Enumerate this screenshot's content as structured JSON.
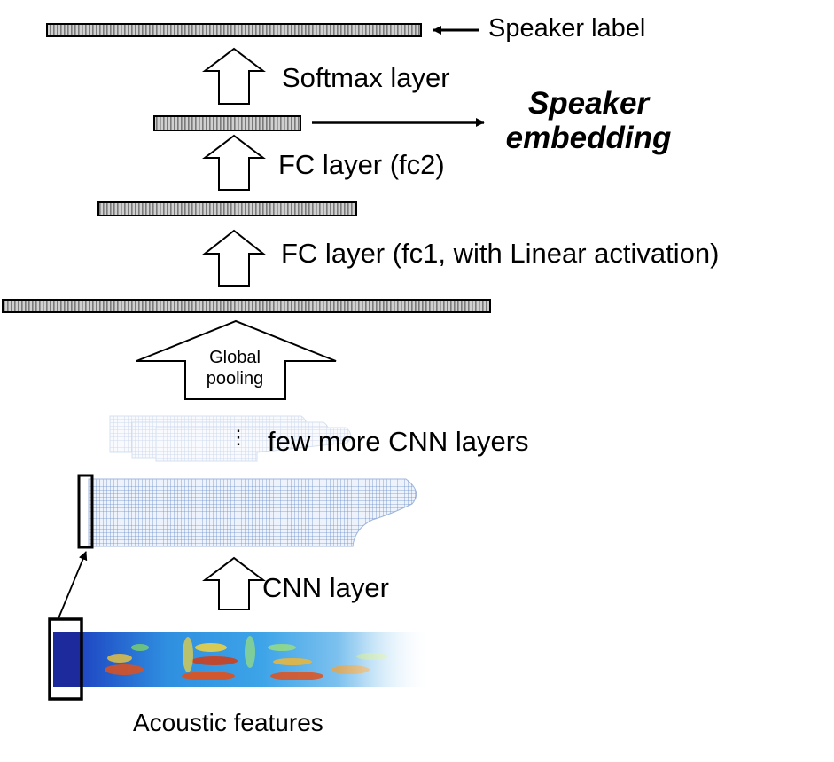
{
  "labels": {
    "speaker_label": "Speaker label",
    "softmax_layer": "Softmax layer",
    "speaker_embedding_line1": "Speaker",
    "speaker_embedding_line2": "embedding",
    "fc2_layer": "FC layer (fc2)",
    "fc1_layer": "FC layer (fc1, with Linear activation)",
    "global_pooling_line1": "Global",
    "global_pooling_line2": "pooling",
    "more_cnn_layers": "few more CNN layers",
    "cnn_layer": "CNN layer",
    "acoustic_features": "Acoustic features",
    "ellipsis": "⋮"
  },
  "colors": {
    "layer_bar_fill": "#c8c8c8",
    "layer_bar_stripe": "#7a7a7a",
    "cnn_grid": "#6b8fc9",
    "cnn_grid_faded": "#c4d2ea",
    "spectrogram_low": "#1c2a9c",
    "spectrogram_high": "#e2501a"
  }
}
